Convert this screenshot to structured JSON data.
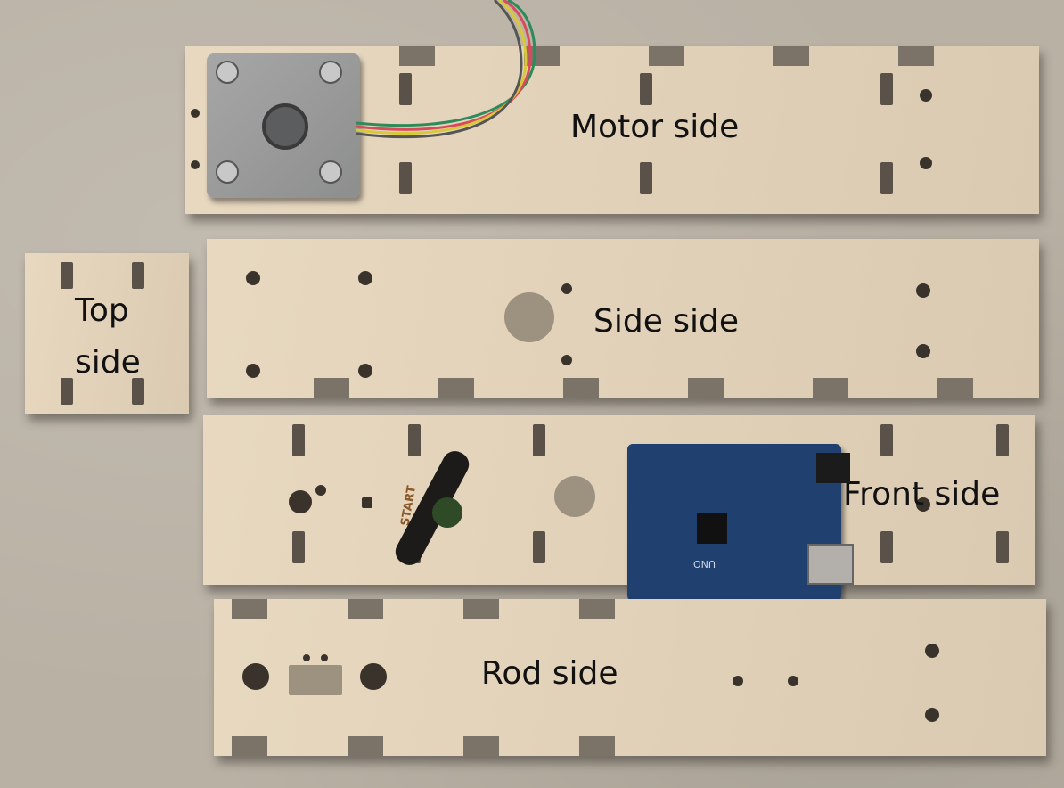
{
  "image": {
    "description": "Laser-cut plywood enclosure panels laid out on a workbench with labels",
    "colors": {
      "plywood": "#e6d5bb",
      "background": "#b9b1a4",
      "label_text": "#111111",
      "arduino_board": "#20406f",
      "motor": "#9a9b9a",
      "knob_cap": "#2f4a27"
    }
  },
  "labels": {
    "motor_side": "Motor side",
    "side_side": "Side side",
    "front_side": "Front side",
    "rod_side": "Rod side",
    "top_side_line1": "Top",
    "top_side_line2": "side"
  },
  "engravings": {
    "start": "START",
    "board_silkscreen": "UNO"
  }
}
